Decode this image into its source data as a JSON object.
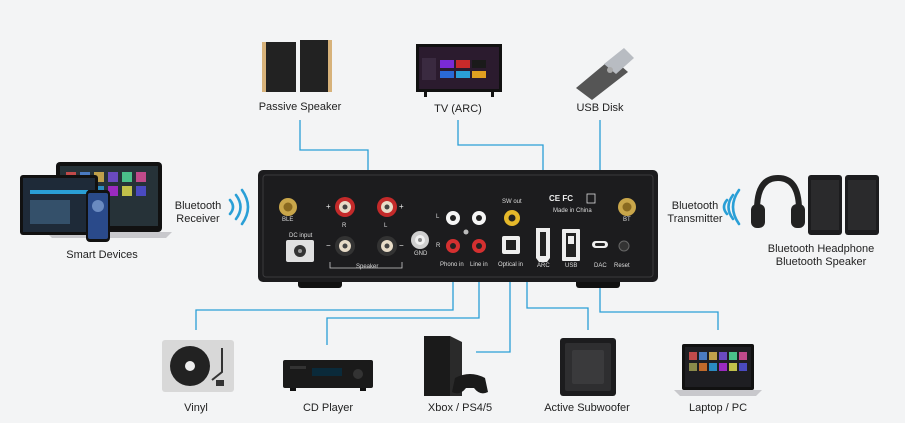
{
  "devices": {
    "passive_speaker": "Passive Speaker",
    "tv": "TV (ARC)",
    "usb_disk": "USB Disk",
    "smart_devices": "Smart Devices",
    "bt_receiver_line1": "Bluetooth",
    "bt_receiver_line2": "Receiver",
    "bt_transmitter_line1": "Bluetooth",
    "bt_transmitter_line2": "Transmitter",
    "bt_headphone_line1": "Bluetooth Headphone",
    "bt_headphone_line2": "Bluetooth Speaker",
    "vinyl": "Vinyl",
    "cd_player": "CD Player",
    "xbox": "Xbox / PS4/5",
    "subwoofer": "Active Subwoofer",
    "laptop": "Laptop / PC"
  },
  "panel": {
    "ble": "BLE",
    "bt": "BT",
    "dc_input": "DC input",
    "speaker": "Speaker",
    "r": "R",
    "l": "L",
    "plus": "+",
    "minus": "−",
    "gnd": "GND",
    "phono_in": "Phono in",
    "line_in": "Line in",
    "sw_out": "SW out",
    "optical_in": "Optical in",
    "arc": "ARC",
    "usb": "USB",
    "dac": "DAC",
    "reset": "Reset",
    "certs": "CE FC",
    "made_in": "Made in China"
  },
  "colors": {
    "line": "#2a9fd6",
    "panel": "#1c1c1e",
    "red_ring": "#c42a2a",
    "gold": "#c9a64a",
    "yellow": "#e5b82a"
  }
}
